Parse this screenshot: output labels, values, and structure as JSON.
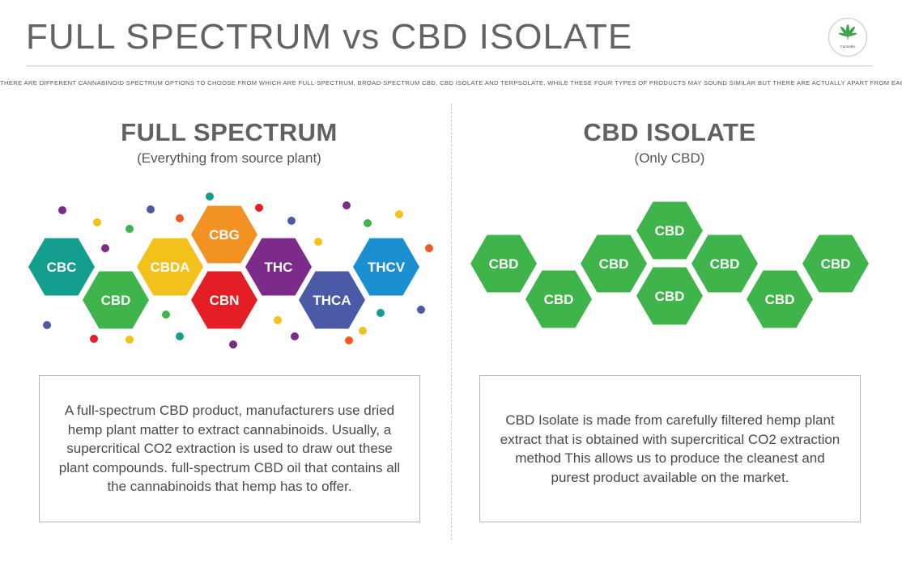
{
  "title": "FULL SPECTRUM vs CBD ISOLATE",
  "logo_text": "Cannabis",
  "intro": "THERE ARE DIFFERENT CANNABINOID SPECTRUM OPTIONS TO CHOOSE FROM WHICH ARE FULL-SPECTRUM, BROAD-SPECTRUM CBD, CBD ISOLATE AND TERPSOLATE. WHILE THESE FOUR TYPES OF PRODUCTS MAY SOUND SIMILAR BUT THERE ARE ACTUALLY APART FROM EACH OTHER.",
  "colors": {
    "green": "#3fb44a",
    "text": "#5e5e5e"
  },
  "full_spectrum": {
    "heading": "FULL SPECTRUM",
    "subheading": "(Everything from source plant)",
    "hexagons": [
      {
        "label": "CBC",
        "color": "#149e8e"
      },
      {
        "label": "CBD",
        "color": "#3fb44a"
      },
      {
        "label": "CBDA",
        "color": "#f3c11b"
      },
      {
        "label": "CBG",
        "color": "#f29222"
      },
      {
        "label": "CBN",
        "color": "#e31e24"
      },
      {
        "label": "THC",
        "color": "#7d2b8b"
      },
      {
        "label": "THCA",
        "color": "#4a5aa6"
      },
      {
        "label": "THCV",
        "color": "#1b8fcf"
      }
    ],
    "description": "A full-spectrum CBD product, manufacturers use dried hemp plant matter to extract cannabinoids. Usually, a supercritical CO2 extraction is used to draw out these plant compounds. full-spectrum CBD oil that contains all the cannabinoids that hemp has to offer."
  },
  "cbd_isolate": {
    "heading": "CBD ISOLATE",
    "subheading": "(Only CBD)",
    "hexagons": [
      {
        "label": "CBD",
        "color": "#3fb44a"
      },
      {
        "label": "CBD",
        "color": "#3fb44a"
      },
      {
        "label": "CBD",
        "color": "#3fb44a"
      },
      {
        "label": "CBD",
        "color": "#3fb44a"
      },
      {
        "label": "CBD",
        "color": "#3fb44a"
      },
      {
        "label": "CBD",
        "color": "#3fb44a"
      },
      {
        "label": "CBD",
        "color": "#3fb44a"
      },
      {
        "label": "CBD",
        "color": "#3fb44a"
      }
    ],
    "description": "CBD Isolate is made from carefully filtered hemp plant extract that is obtained with supercritical CO2 extraction method This allows us to produce the cleanest and purest product available on the market."
  }
}
